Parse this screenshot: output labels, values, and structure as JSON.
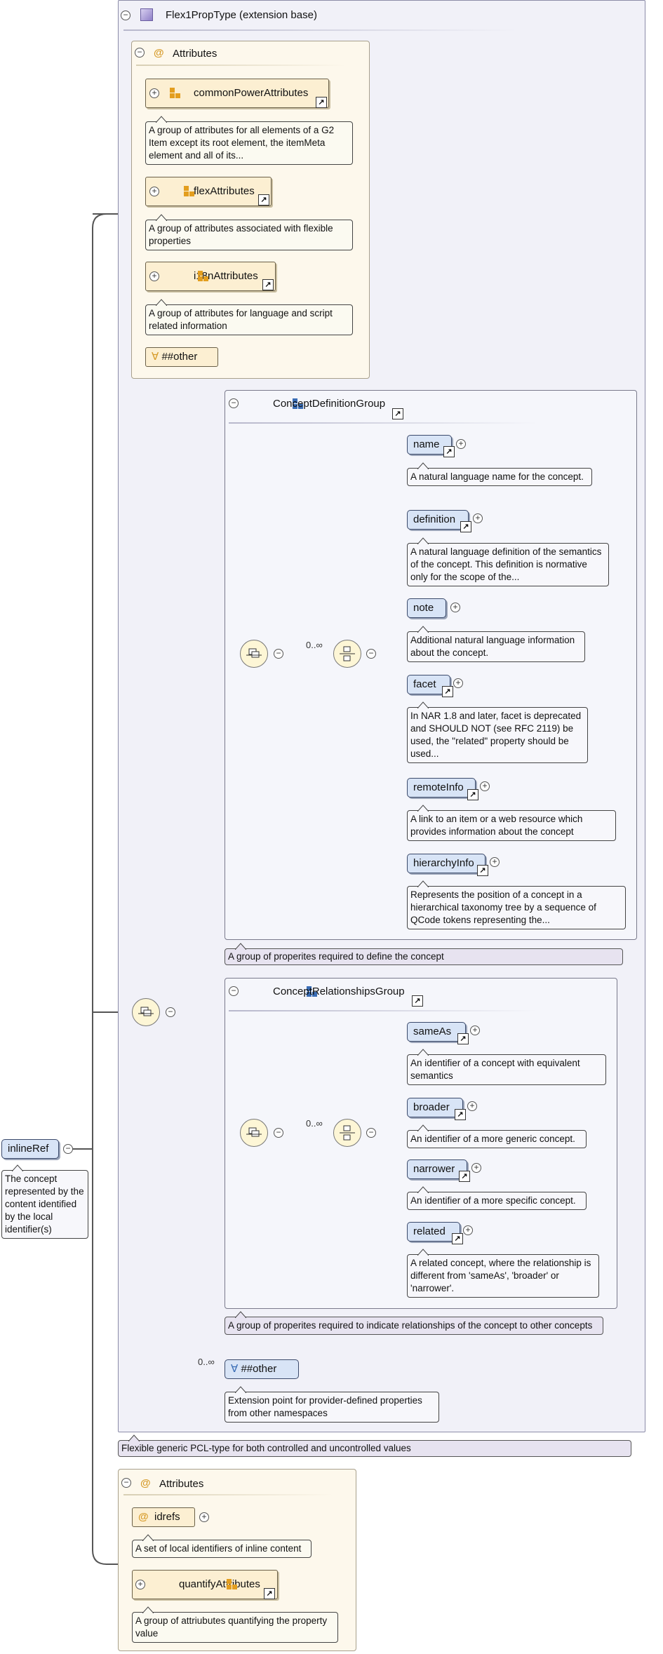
{
  "root": {
    "name": "inlineRef",
    "doc": "The concept represented by the content identified by the local identifier(s)"
  },
  "extension": {
    "title": "Flex1PropType (extension base)",
    "doc": "Flexible generic PCL-type for both controlled and uncontrolled values",
    "attributes": {
      "title": "Attributes",
      "groups": [
        {
          "name": "commonPowerAttributes",
          "doc": "A group of attributes for all elements of a G2 Item except its root element, the itemMeta element and all of its..."
        },
        {
          "name": "flexAttributes",
          "doc": "A group of attributes associated with flexible properties"
        },
        {
          "name": "i18nAttributes",
          "doc": "A group of attributes for language and script related information"
        }
      ],
      "any_other": "##other"
    },
    "sequence_card": "",
    "concept_definition": {
      "title": "ConceptDefinitionGroup",
      "cardinality": "0..∞",
      "doc": "A group of properites required to define the concept",
      "elements": [
        {
          "name": "name",
          "doc": "A natural language name for the concept."
        },
        {
          "name": "definition",
          "doc": "A natural language definition of the semantics of the concept. This definition is normative only for the scope of the..."
        },
        {
          "name": "note",
          "doc": "Additional natural language information about the concept."
        },
        {
          "name": "facet",
          "doc": "In NAR 1.8 and later, facet is deprecated and SHOULD NOT (see RFC 2119) be used, the \"related\" property should be used..."
        },
        {
          "name": "remoteInfo",
          "doc": "A link to an item or a web resource which provides information about the concept"
        },
        {
          "name": "hierarchyInfo",
          "doc": "Represents the position of a concept in a hierarchical taxonomy tree by a sequence of QCode tokens representing the..."
        }
      ]
    },
    "concept_relationships": {
      "title": "ConceptRelationshipsGroup",
      "cardinality": "0..∞",
      "doc": "A group of properites required to indicate relationships of the concept to other concepts",
      "elements": [
        {
          "name": "sameAs",
          "doc": "An identifier of a concept with equivalent semantics"
        },
        {
          "name": "broader",
          "doc": "An identifier of a more generic concept."
        },
        {
          "name": "narrower",
          "doc": "An identifier of a more specific concept."
        },
        {
          "name": "related",
          "doc": "A related concept, where the relationship is different from 'sameAs', 'broader' or 'narrower'."
        }
      ]
    },
    "other": {
      "cardinality": "0..∞",
      "label": "##other",
      "doc": "Extension point for provider-defined properties from other namespaces"
    }
  },
  "own_attributes": {
    "title": "Attributes",
    "items": [
      {
        "name": "idrefs",
        "doc": "A set of local identifiers of inline content"
      },
      {
        "name": "quantifyAttributes",
        "doc": "A group of attriubutes quantifying the property value"
      }
    ]
  },
  "colors": {
    "element": "#d8e4f6",
    "attribute": "#fcefd2",
    "type": "#f1f1f8",
    "doc_purple": "#e7e3f0"
  }
}
